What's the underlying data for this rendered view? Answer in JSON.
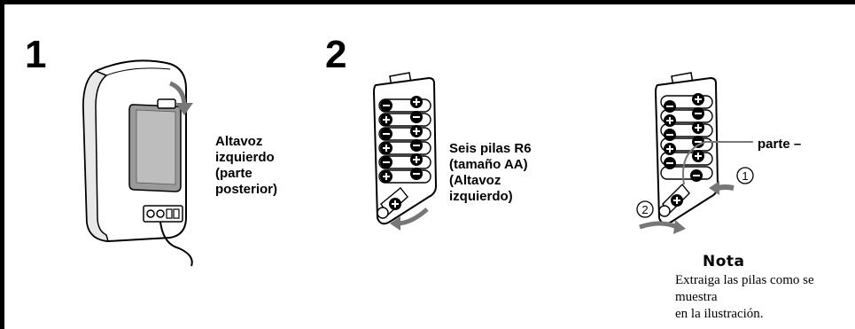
{
  "step1": {
    "number": "1",
    "caption": "Altavoz\nizquierdo\n(parte\nposterior)"
  },
  "step2": {
    "number": "2",
    "caption": "Seis pilas R6\n(tamaño AA)\n(Altavoz\nizquierdo)"
  },
  "removal_figure": {
    "label_minus_part": "parte –",
    "callout_1": "1",
    "callout_2": "2"
  },
  "note": {
    "title": "Nota",
    "text": "Extraiga las pilas como se muestra\nen la ilustración."
  }
}
